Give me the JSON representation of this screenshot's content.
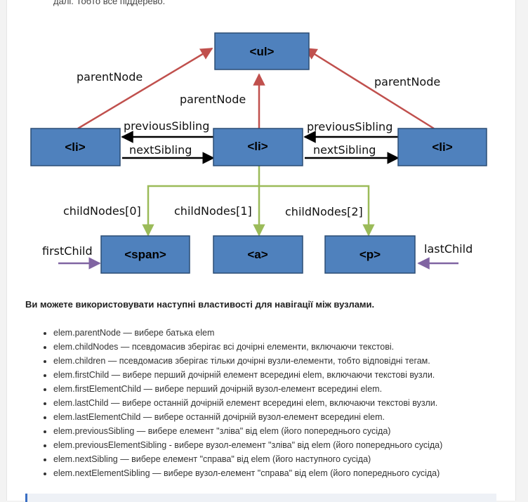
{
  "top_text": "далі. Тобто все піддерево.",
  "diagram": {
    "nodes": {
      "ul": "<ul>",
      "li_left": "<li>",
      "li_center": "<li>",
      "li_right": "<li>",
      "span": "<span>",
      "a": "<a>",
      "p": "<p>"
    },
    "edges": {
      "parent_left": "parentNode",
      "parent_center": "parentNode",
      "parent_right": "parentNode",
      "prev_left": "previousSibling",
      "next_left": "nextSibling",
      "prev_right": "previousSibling",
      "next_right": "nextSibling",
      "child0": "childNodes[0]",
      "child1": "childNodes[1]",
      "child2": "childNodes[2]",
      "first_child": "firstChild",
      "last_child": "lastChild"
    },
    "colors": {
      "node_fill": "#4f81bd",
      "node_border": "#2c4d75",
      "parent_arrow": "#c0504d",
      "child_arrow": "#9bbb59",
      "first_last_arrow": "#8064a2",
      "sibling_arrow": "#000000"
    }
  },
  "heading": "Ви можете використовувати наступні властивості для навігації між вузлами.",
  "properties": [
    "elem.parentNode — вибере батька elem",
    "elem.childNodes — псевдомасив зберігає всі дочірні елементи, включаючи текстові.",
    "elem.children — псевдомасив зберігає тільки дочірні вузли-елементи, тобто відповідні тегам.",
    "elem.firstChild — вибере перший дочірній елемент всередині elem, включаючи текстові вузли.",
    "elem.firstElementChild — вибере перший дочірній вузол-елемент всередині elem.",
    "elem.lastChild — вибере останній дочірній елемент всередині elem, включаючи текстові вузли.",
    "elem.lastElementChild — вибере останній дочірній вузол-елемент всередині elem.",
    "elem.previousSibling — вибере елемент \"зліва\" від elem (його попереднього сусіда)",
    "elem.previousElementSibling - вибере вузол-елемент \"зліва\" від elem (його попереднього сусіда)",
    "elem.nextSibling — вибере елемент \"справа\" від elem (його наступного сусіда)",
    "elem.nextElementSibling — вибере вузол-елемент \"справа\" від elem (його попереднього сусіда)"
  ]
}
